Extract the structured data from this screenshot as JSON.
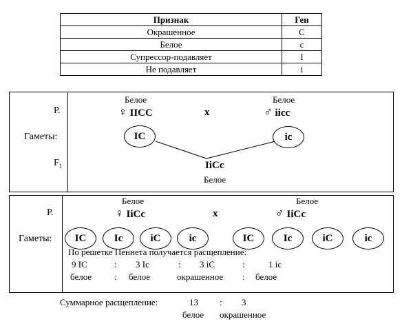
{
  "table": {
    "headers": [
      "Признак",
      "Ген"
    ],
    "rows": [
      {
        "trait": "Окрашенное",
        "gene": "C"
      },
      {
        "trait": "Белое",
        "gene": "c"
      },
      {
        "trait": "Супрессор-подавляет",
        "gene": "I"
      },
      {
        "trait": "Не подавляет",
        "gene": "i"
      }
    ]
  },
  "cross1": {
    "p_label": "Р.",
    "gametes_label": "Гаметы:",
    "f1_label": "F",
    "f1_sub": "1",
    "female_pheno": "Белое",
    "female_sym": "♀",
    "female_geno": "IICC",
    "cross_sign": "х",
    "male_pheno": "Белое",
    "male_sym": "♂",
    "male_geno": "iicc",
    "gamete_female": "IC",
    "gamete_male": "ic",
    "f1_geno": "IiCc",
    "f1_pheno": "Белое"
  },
  "cross2": {
    "p_label": "Р.",
    "gametes_label": "Гаметы:",
    "female_pheno": "Белое",
    "female_sym": "♀",
    "female_geno": "IiCc",
    "cross_sign": "х",
    "male_pheno": "Белое",
    "male_sym": "♂",
    "male_geno": "IiCc",
    "gametes": [
      "IC",
      "Ic",
      "iC",
      "ic",
      "IC",
      "Ic",
      "iC",
      "ic"
    ],
    "punnett_text": "По решетке Пеннета получается расщепление:",
    "ratio": [
      "9 IC",
      ":",
      "3 Ic",
      ":",
      "3 iC",
      ":",
      "1 ic"
    ],
    "ratio_pheno": [
      "белое",
      ":",
      "белое",
      "окрашенное",
      ":",
      "белое"
    ]
  },
  "summary": {
    "label": "Суммарное расщепление:",
    "n1": "13",
    "colon": ":",
    "n2": "3",
    "p1": "белое",
    "p2": "окрашенное"
  }
}
